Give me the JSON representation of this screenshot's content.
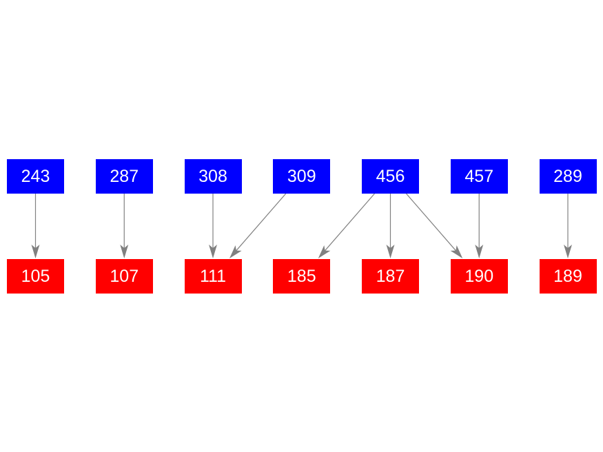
{
  "colors": {
    "source": "#0000ff",
    "target": "#ff0000",
    "edge": "#808080",
    "text": "#ffffff"
  },
  "source_nodes": [
    "243",
    "287",
    "308",
    "309",
    "456",
    "457",
    "289"
  ],
  "target_nodes": [
    "105",
    "107",
    "111",
    "185",
    "187",
    "190",
    "189"
  ],
  "edges": [
    [
      "243",
      "105"
    ],
    [
      "287",
      "107"
    ],
    [
      "308",
      "111"
    ],
    [
      "309",
      "111"
    ],
    [
      "456",
      "185"
    ],
    [
      "456",
      "187"
    ],
    [
      "456",
      "190"
    ],
    [
      "457",
      "190"
    ],
    [
      "289",
      "189"
    ]
  ]
}
